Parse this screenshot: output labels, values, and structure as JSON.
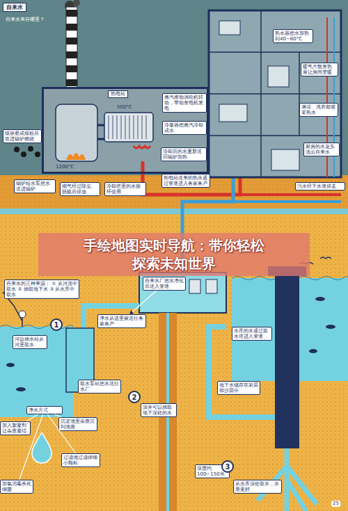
{
  "diagram": {
    "title": "自来水",
    "nodes": [
      {
        "text": [
          "热电站"
        ]
      },
      {
        "text": [
          "蒸汽推动涡轮机转动，带动发电机发电"
        ],
        "in": 0
      },
      {
        "text": [
          "冷凝器把蒸汽冷却成水"
        ],
        "in": 0
      },
      {
        "text": [
          "冷却后的水重新送回锅炉加热"
        ],
        "in": 0
      },
      {
        "text": [
          "煤块磨成煤粉后吹进锅炉燃烧"
        ]
      },
      {
        "text": [
          "锅炉给水泵把水送进锅炉"
        ]
      },
      {
        "text": [
          "烟气经过除尘、脱硫后排放"
        ]
      },
      {
        "text": [
          "冷却塔里的水循环使用"
        ]
      },
      {
        "text": [
          "热水器把水加热到40~60°C"
        ]
      },
      {
        "text": [
          "暖气片散发热量让房间变暖"
        ]
      },
      {
        "text": [
          "淋浴、洗衣都需要热水"
        ]
      },
      {
        "text": [
          "厨房的水龙头流出自来水"
        ]
      },
      {
        "text": [
          "热电站送来的热水通过管道进入各家各户"
        ]
      },
      {
        "text": [
          "污水经下水道排走"
        ]
      },
      {
        "text": [
          "自来水的三种来源： ① 从河流中取水 ② 抽取地下水 ③ 从水库中取水"
        ]
      },
      {
        "text": [
          "自来水厂把水净化后送入管道"
        ]
      },
      {
        "text": [
          "净水从这里被送往各家各户"
        ]
      },
      {
        "text": [
          "河边抽水站从河里取水"
        ]
      },
      {
        "text": [
          "取水泵站把水送往水厂"
        ]
      },
      {
        "text": [
          "深井可以抽取地下深处的水"
        ]
      },
      {
        "text": [
          "地下水储存在岩层和沙层中"
        ]
      },
      {
        "text": [
          "水库的水通过取水塔进入管道"
        ]
      },
      {
        "text": [
          "深度约100~150米"
        ]
      },
      {
        "text": [
          "从水库深处取水，水质更好"
        ]
      },
      {
        "text": [
          "净水方式"
        ]
      },
      {
        "text": [
          "加入絮凝剂让杂质凝结"
        ]
      },
      {
        "text": [
          "沉淀池里杂质沉到池底"
        ]
      },
      {
        "text": [
          "过滤池过滤掉细小颗粒"
        ]
      },
      {
        "text": [
          "加氯消毒杀死细菌"
        ]
      }
    ],
    "edges": [
      {
        "from": 24,
        "to": 25,
        "arrow": "none"
      },
      {
        "from": 24,
        "to": 26,
        "arrow": "none"
      },
      {
        "from": 24,
        "to": 27,
        "arrow": "none"
      },
      {
        "from": 24,
        "to": 28,
        "arrow": "none"
      },
      {
        "from": 15,
        "to": 16,
        "arrow": "to"
      }
    ],
    "labels": [
      "自来水来自哪里？",
      "500°C",
      "1200°C",
      "1",
      "2",
      "3",
      "手绘地图实时导航：带你轻松探索未知世界",
      "25"
    ]
  }
}
